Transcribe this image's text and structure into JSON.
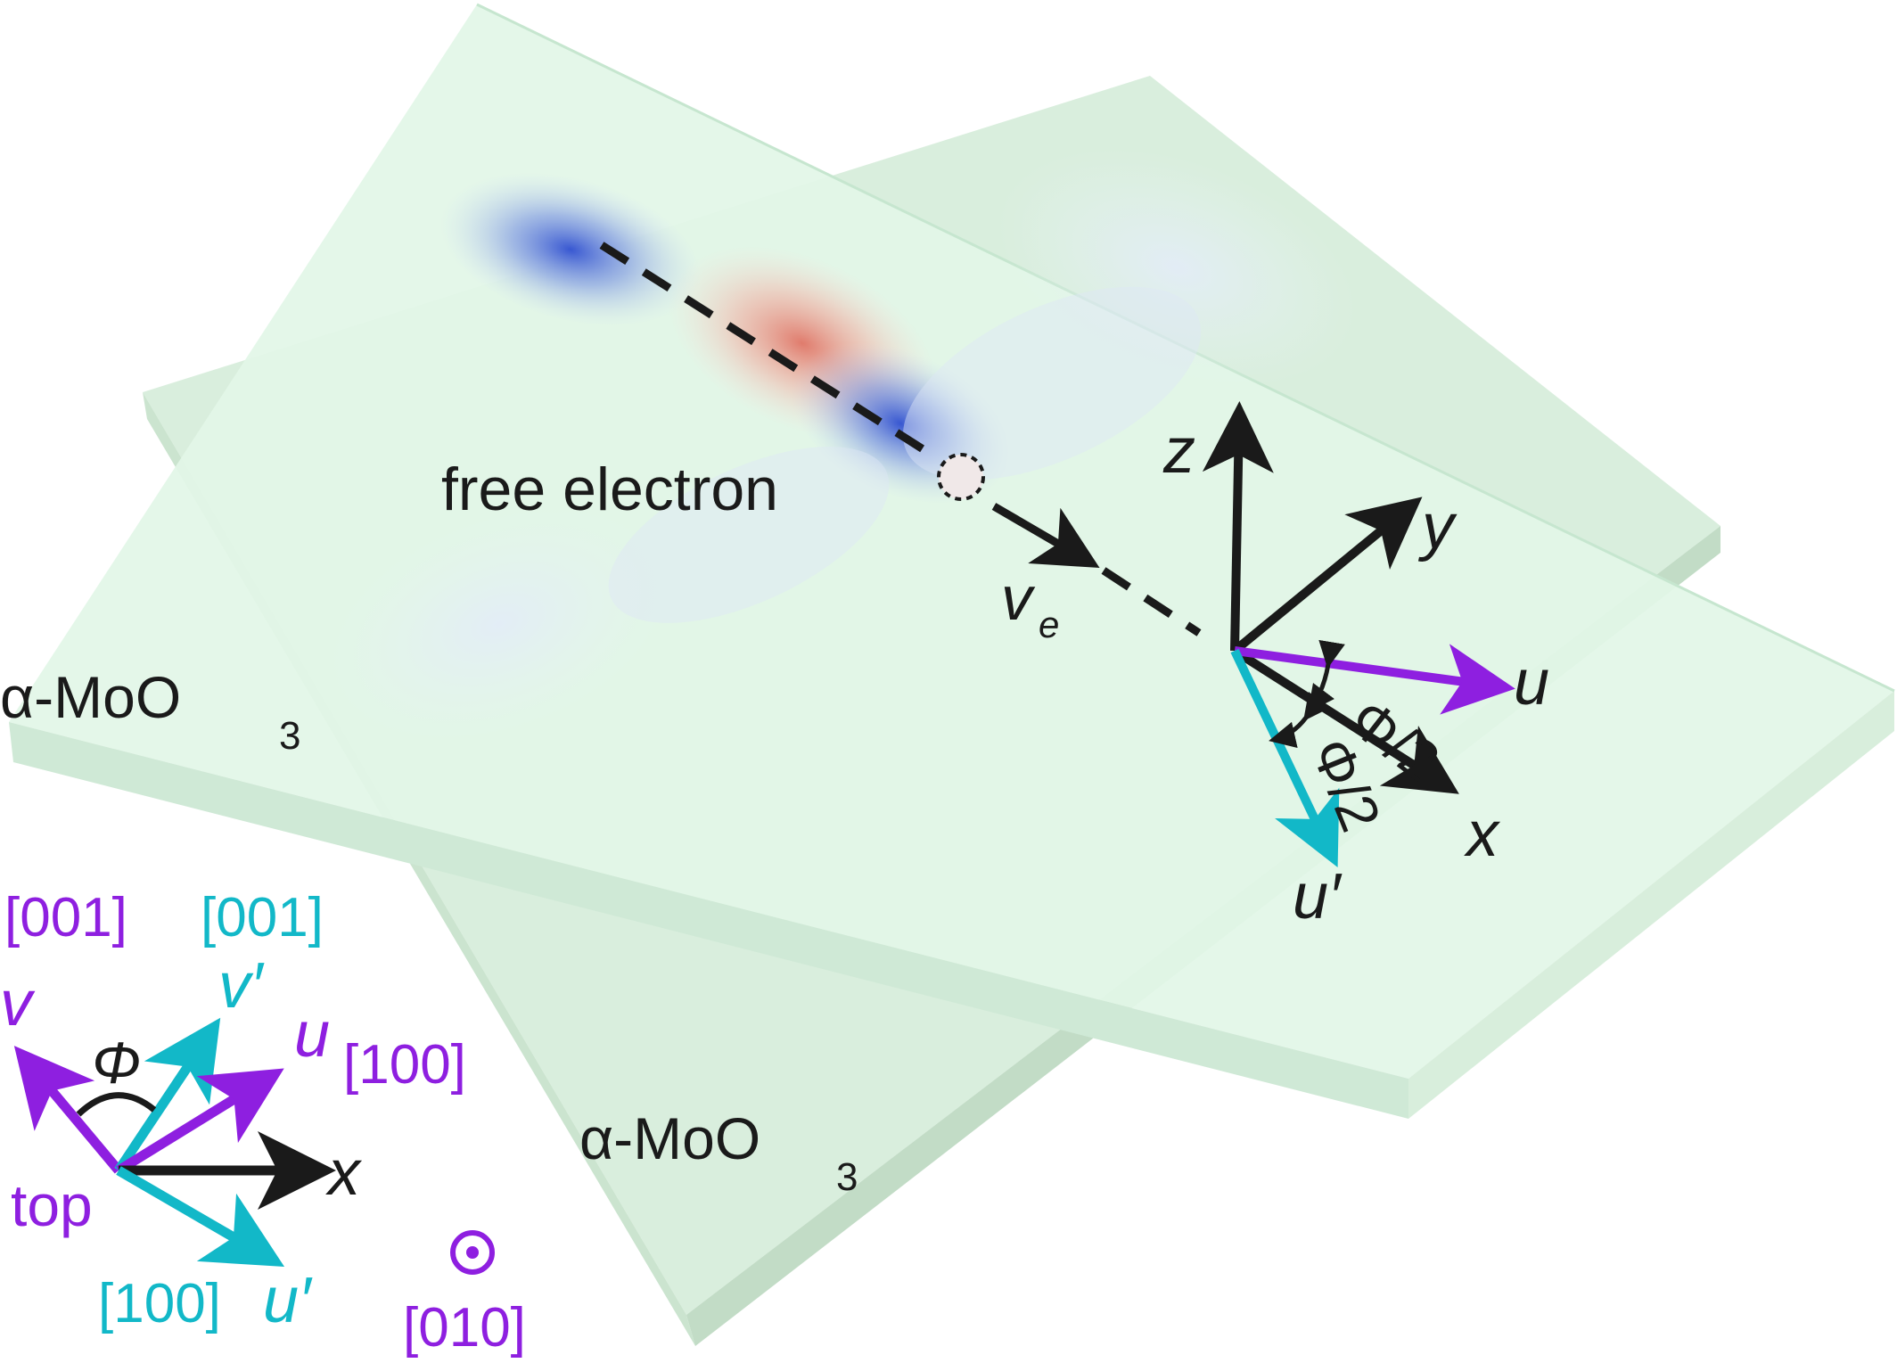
{
  "labels": {
    "free_electron": "free electron",
    "velocity_symbol": "v",
    "velocity_subscript": "e",
    "material": "α-MoO",
    "material_subscript": "3",
    "axis_x": "x",
    "axis_y": "y",
    "axis_z": "z",
    "axis_u": "u",
    "axis_u_prime": "u′",
    "axis_v": "v",
    "axis_v_prime": "v′",
    "half_angle": "Φ/2",
    "angle": "Φ",
    "top": "top",
    "dir_001": "[001]",
    "dir_100": "[100]",
    "dir_010": "[010]"
  },
  "colors": {
    "slab_fill": "#dcf3e2",
    "slab_edge": "#c8e8d2",
    "top_layer": "#8e1fe0",
    "bottom_layer": "#12b8c8",
    "axes": "#1a1a1a",
    "field_positive": "#e0867a",
    "field_negative": "#3d5fd0"
  }
}
